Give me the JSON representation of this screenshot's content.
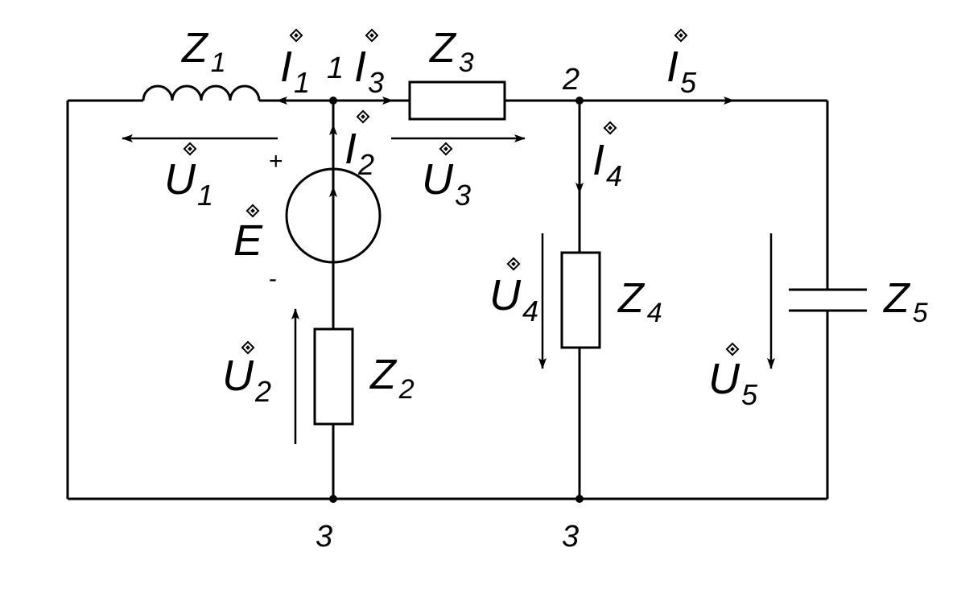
{
  "components": {
    "z1": {
      "letter": "Z",
      "sub": "1"
    },
    "z2": {
      "letter": "Z",
      "sub": "2"
    },
    "z3": {
      "letter": "Z",
      "sub": "3"
    },
    "z4": {
      "letter": "Z",
      "sub": "4"
    },
    "z5": {
      "letter": "Z",
      "sub": "5"
    },
    "source": {
      "letter": "E",
      "plus": "+",
      "minus": "-"
    }
  },
  "currents": {
    "i1": {
      "letter": "I",
      "sub": "1"
    },
    "i2": {
      "letter": "I",
      "sub": "2"
    },
    "i3": {
      "letter": "I",
      "sub": "3"
    },
    "i4": {
      "letter": "I",
      "sub": "4"
    },
    "i5": {
      "letter": "I",
      "sub": "5"
    }
  },
  "voltages": {
    "u1": {
      "letter": "U",
      "sub": "1"
    },
    "u2": {
      "letter": "U",
      "sub": "2"
    },
    "u3": {
      "letter": "U",
      "sub": "3"
    },
    "u4": {
      "letter": "U",
      "sub": "4"
    },
    "u5": {
      "letter": "U",
      "sub": "5"
    }
  },
  "nodes": {
    "n1": "1",
    "n2": "2",
    "n3a": "3",
    "n3b": "3"
  }
}
